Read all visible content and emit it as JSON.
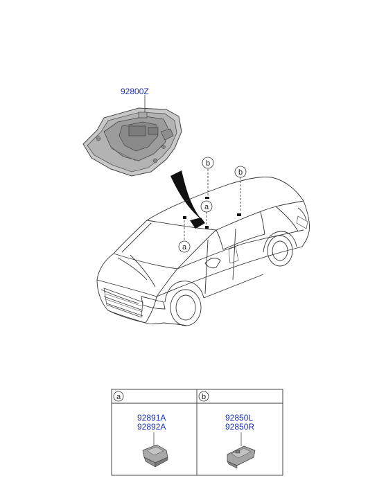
{
  "main_part": {
    "number": "92800Z"
  },
  "callouts": {
    "a": "a",
    "b": "b"
  },
  "legend_table": {
    "cells": [
      {
        "key": "a",
        "parts": [
          "92891A",
          "92892A"
        ]
      },
      {
        "key": "b",
        "parts": [
          "92850L",
          "92850R"
        ]
      }
    ]
  },
  "colors": {
    "part_number": "#1a2fb0",
    "line": "#333333",
    "part_fill": "#9a9a9a"
  }
}
